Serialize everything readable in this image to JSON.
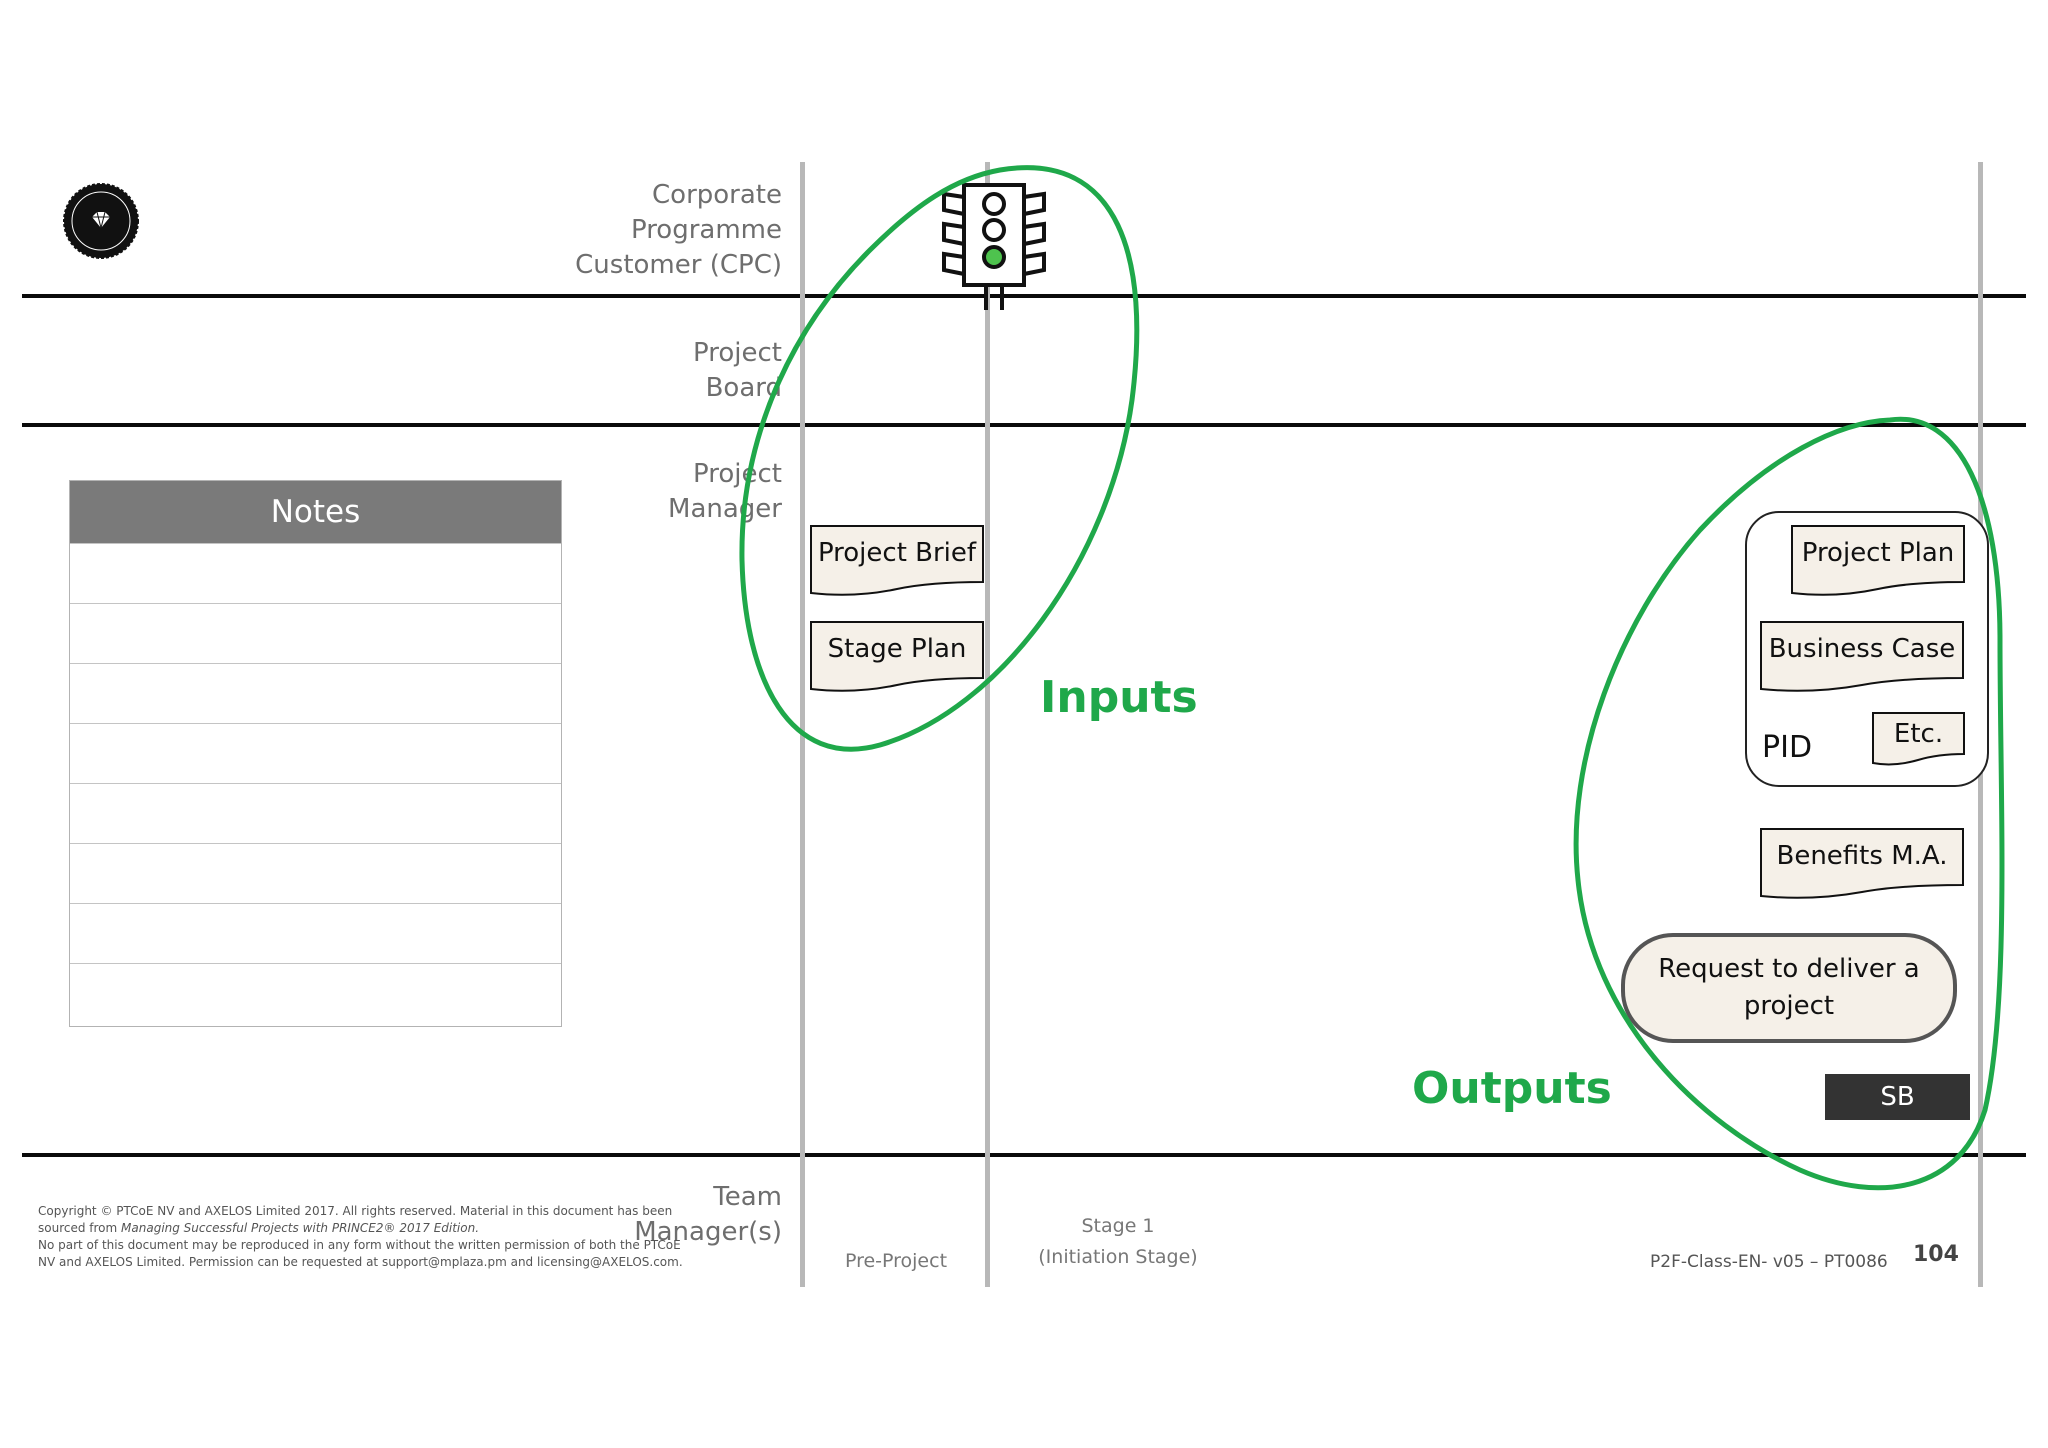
{
  "lanes": {
    "cpc": [
      "Corporate",
      "Programme",
      "Customer (CPC)"
    ],
    "board": [
      "Project",
      "Board"
    ],
    "pm": [
      "Project",
      "Manager"
    ],
    "team": [
      "Team",
      "Manager(s)"
    ]
  },
  "notes": {
    "title": "Notes"
  },
  "inputs": {
    "label": "Inputs",
    "documents": [
      "Project Brief",
      "Stage Plan"
    ]
  },
  "outputs": {
    "label": "Outputs",
    "pid": {
      "label": "PID",
      "documents": [
        "Project Plan",
        "Business Case",
        "Etc."
      ]
    },
    "benefits": "Benefits M.A.",
    "request": [
      "Request to deliver a",
      "project"
    ],
    "sb": "SB"
  },
  "stages": {
    "pre_project": "Pre-Project",
    "stage1": [
      "Stage 1",
      "(Initiation Stage)"
    ]
  },
  "footer": {
    "copyright_1": "Copyright © PTCoE NV and AXELOS Limited 2017. All rights reserved. Material in this document has been",
    "copyright_2a": "sourced from ",
    "copyright_2b": "Managing Successful Projects with PRINCE2® 2017 Edition.",
    "copyright_3": "No part of this document may be reproduced in any form without the written permission of both the PTCoE",
    "copyright_4": "NV and AXELOS Limited. Permission can be requested at support@mplaza.pm and licensing@AXELOS.com.",
    "code": "P2F-Class-EN- v05 – PT0086",
    "page": "104"
  },
  "icons": {
    "logo": "excellence-badge-icon",
    "gate": "traffic-light-icon"
  },
  "colors": {
    "green": "#1fa84a",
    "doc_fill": "#f5f0e8",
    "sb_fill": "#333333",
    "notes_header": "#7a7a7a"
  }
}
